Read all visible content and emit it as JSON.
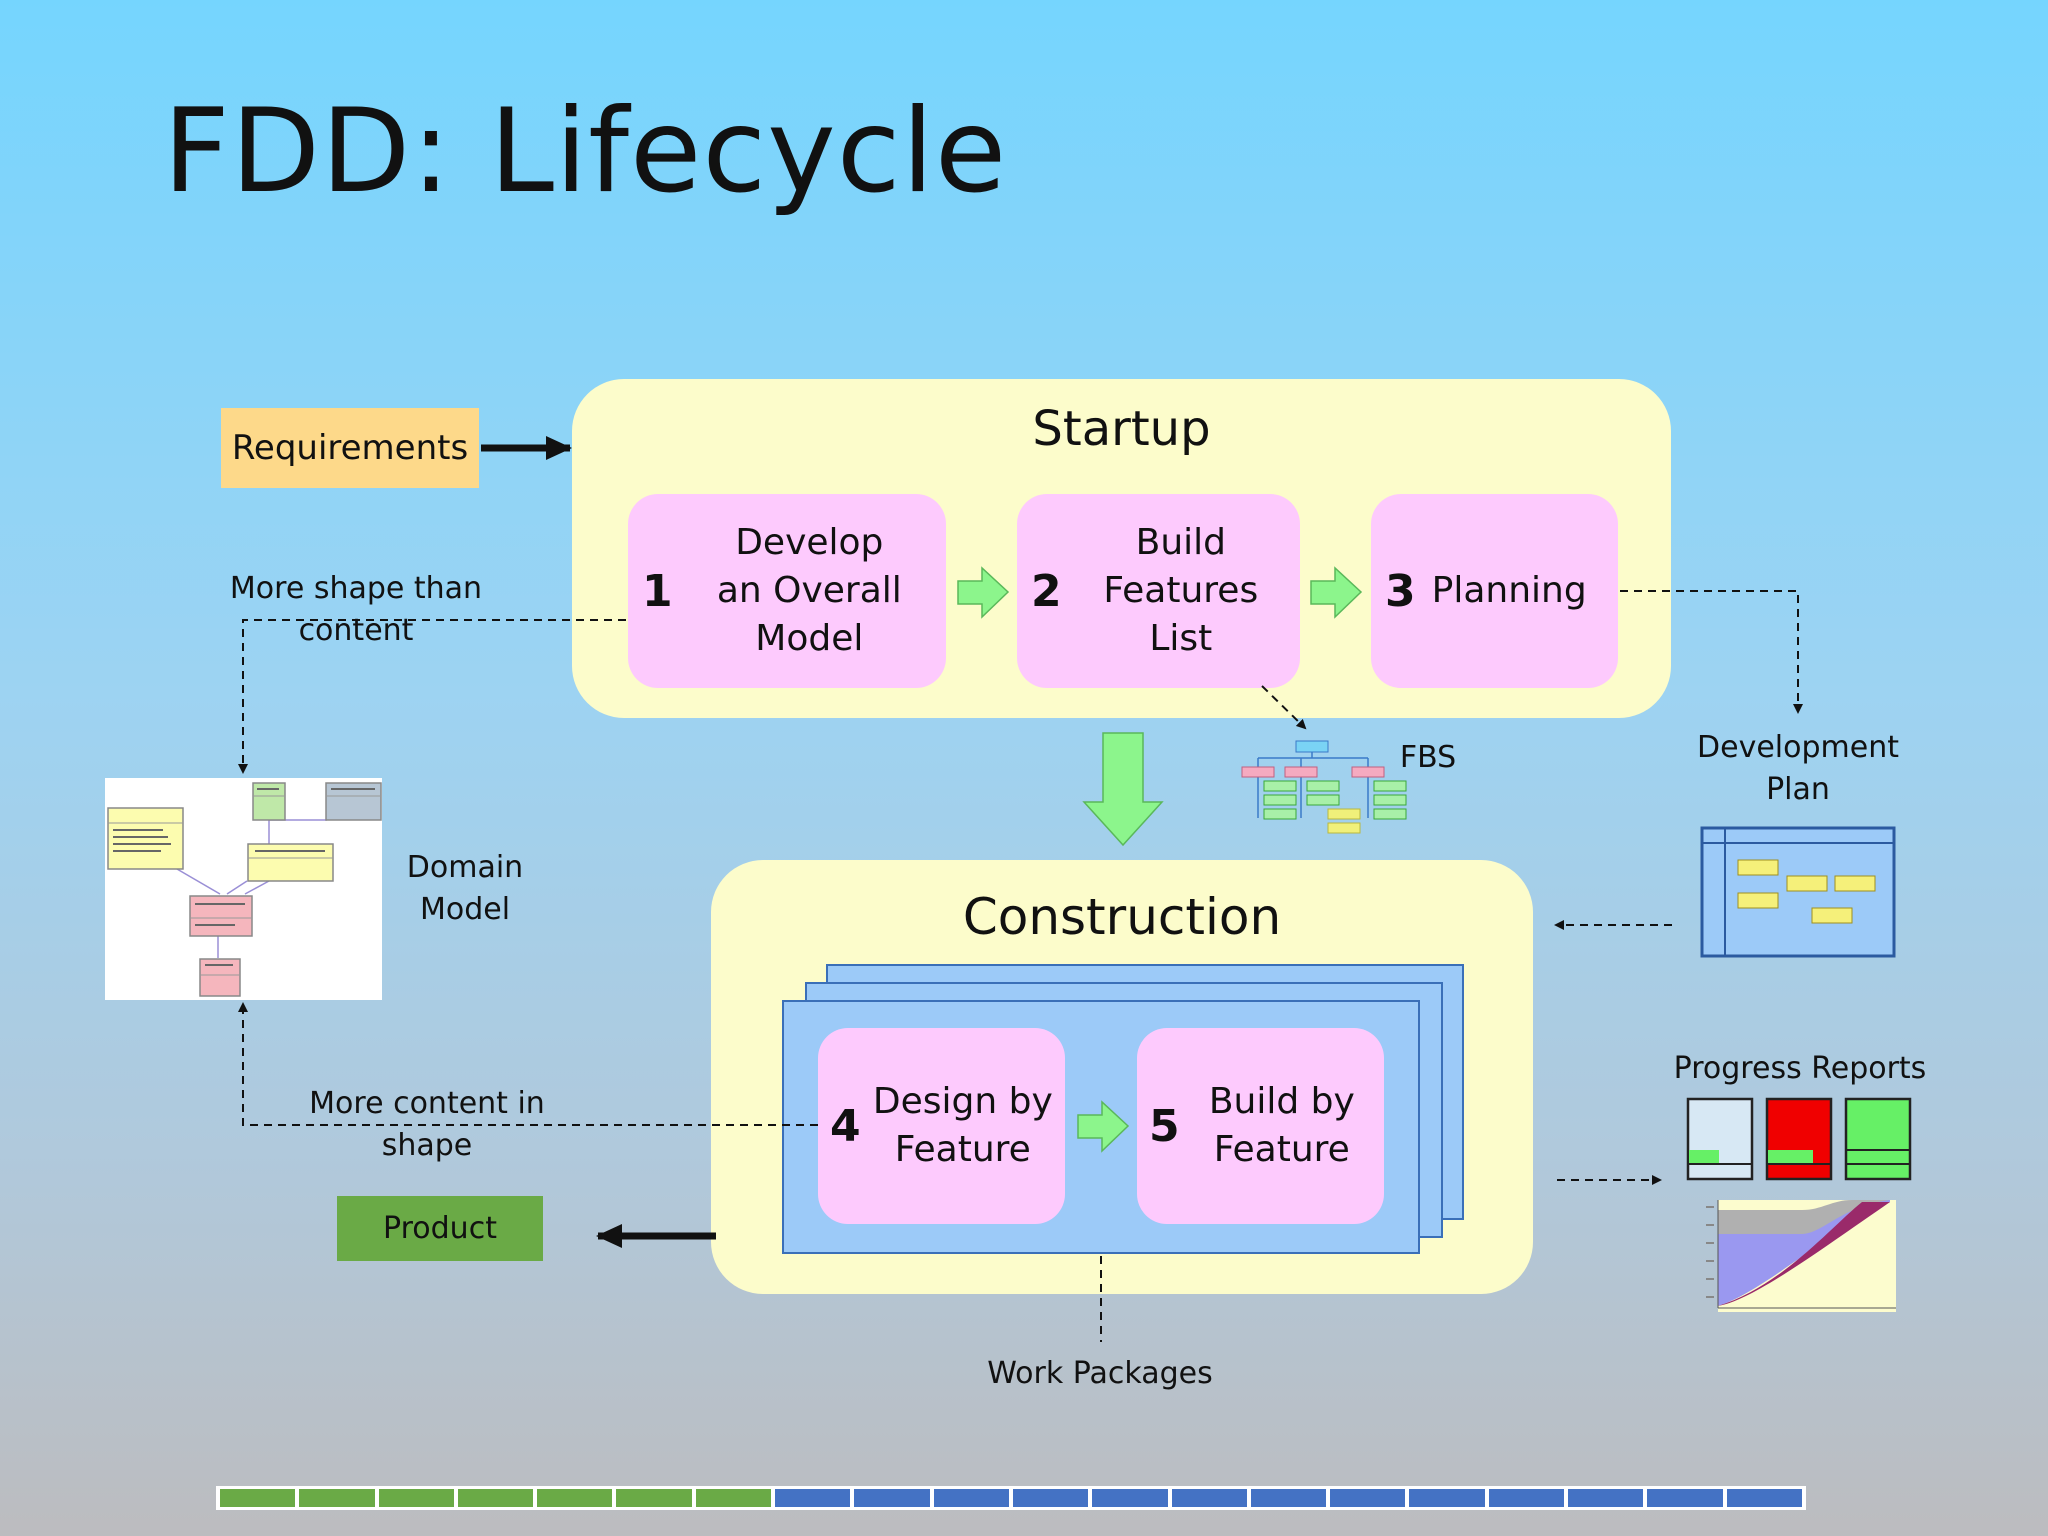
{
  "slide": {
    "title": "FDD: Lifecycle",
    "requirements_label": "Requirements",
    "product_label": "Product",
    "startup": {
      "title": "Startup",
      "steps": [
        {
          "number": "1",
          "text": "Develop\nan Overall\nModel"
        },
        {
          "number": "2",
          "text": "Build\nFeatures\nList"
        },
        {
          "number": "3",
          "text": "Planning"
        }
      ]
    },
    "construction": {
      "title": "Construction",
      "steps": [
        {
          "number": "4",
          "text": "Design by\nFeature"
        },
        {
          "number": "5",
          "text": "Build by\nFeature"
        }
      ]
    },
    "annotations": {
      "more_shape": "More shape than content",
      "more_content": "More content in shape",
      "domain_model": "Domain\nModel",
      "fbs": "FBS",
      "development_plan": "Development\nPlan",
      "progress_reports": "Progress Reports",
      "work_packages": "Work Packages"
    },
    "progress_bar": {
      "green_segments": 7,
      "blue_segments": 13
    },
    "colors": {
      "panel": "#fcfccb",
      "step": "#fdcafd",
      "arrow_green": "#8cf58c",
      "requirements": "#fdd98a",
      "product": "#6aaa46",
      "sheet_blue": "#9ccaf8",
      "bar_green": "#6aaa46",
      "bar_blue": "#4472c4"
    }
  }
}
